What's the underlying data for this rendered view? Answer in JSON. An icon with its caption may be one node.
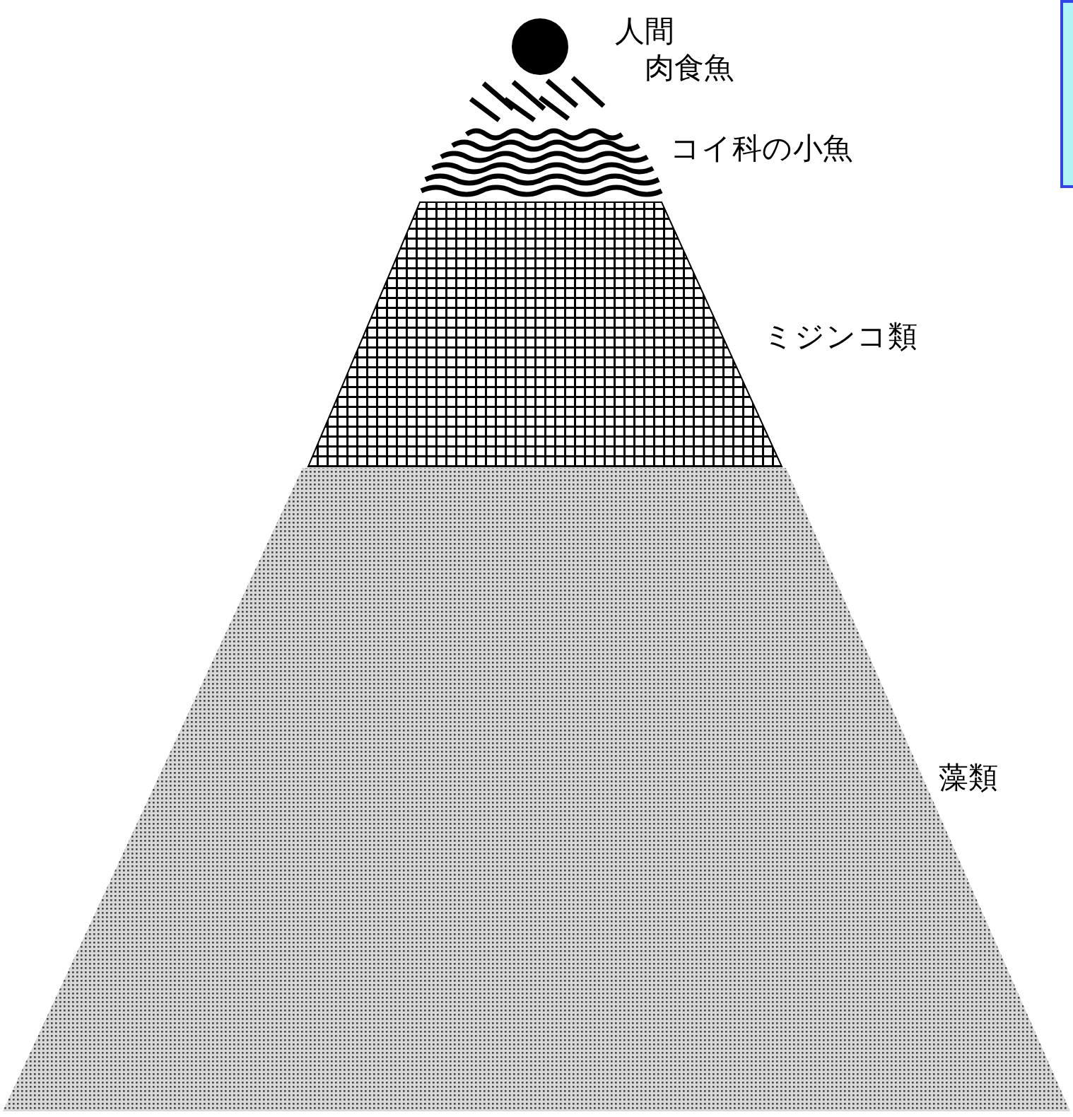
{
  "diagram": {
    "labels": [
      "人間",
      "肉食魚",
      "コイ科の小魚",
      "ミジンコ類",
      "藻類"
    ]
  }
}
